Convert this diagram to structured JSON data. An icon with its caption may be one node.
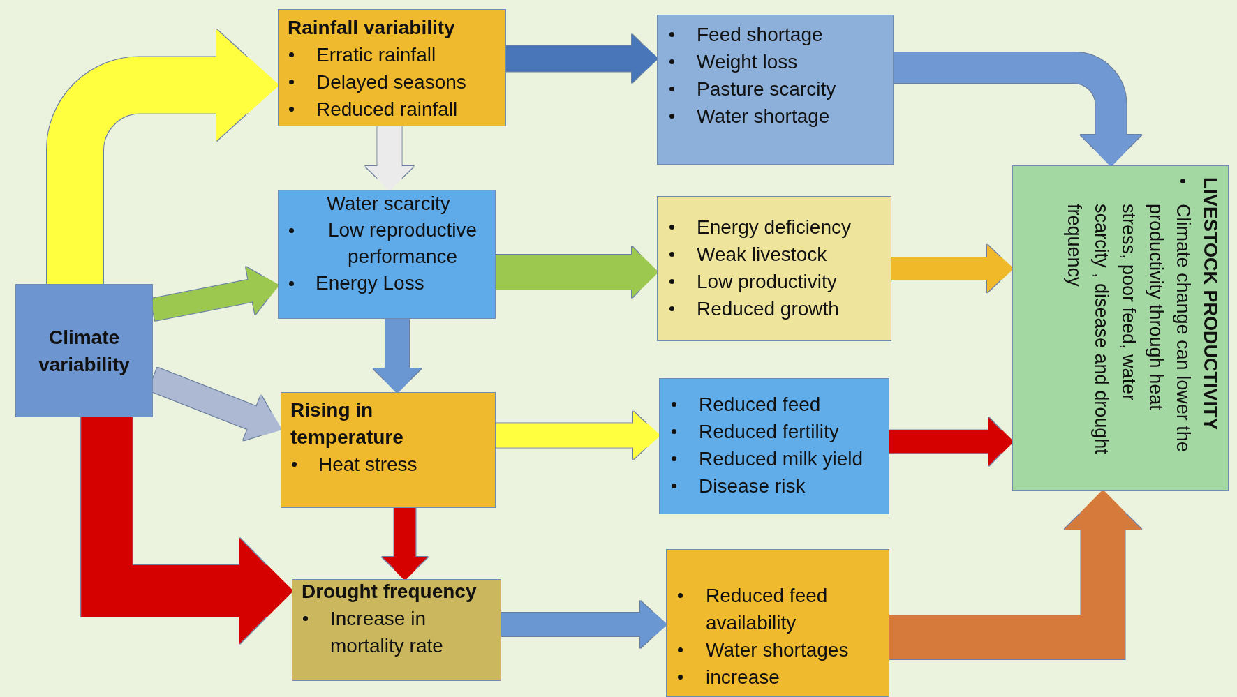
{
  "diagram": {
    "nodes": [
      {
        "text": [
          "Climate variability"
        ]
      },
      {
        "text": [
          "Rainfall variability",
          "Erratic rainfall",
          "Delayed seasons",
          "Reduced rainfall"
        ]
      },
      {
        "text": [
          "Water scarcity",
          "Low reproductive performance",
          "Energy Loss"
        ]
      },
      {
        "text": [
          "Rising in temperature",
          "Heat stress"
        ]
      },
      {
        "text": [
          "Drought frequency",
          "Increase in mortality rate"
        ]
      },
      {
        "text": [
          "Feed shortage",
          "Weight loss",
          "Pasture scarcity",
          "Water shortage"
        ]
      },
      {
        "text": [
          "Energy deficiency",
          "Weak livestock",
          "Low productivity",
          "Reduced growth"
        ]
      },
      {
        "text": [
          "Reduced feed",
          "Reduced fertility",
          "Reduced milk yield",
          "Disease risk"
        ]
      },
      {
        "text": [
          "Reduced feed availability",
          "Water shortages",
          "increase"
        ]
      },
      {
        "text": [
          "LIVESTOCK PRODUCTIVITY",
          "Climate change can lower the productivity through heat stress, poor feed, water scarcity , disease and drought frequency"
        ]
      }
    ],
    "edges": [
      {
        "from": 0,
        "to": 1,
        "arrow": "to",
        "style": "thick",
        "color": "#ffff40"
      },
      {
        "from": 0,
        "to": 2,
        "arrow": "to",
        "color": "#9cc850"
      },
      {
        "from": 0,
        "to": 3,
        "arrow": "to",
        "color": "#adb9d3"
      },
      {
        "from": 0,
        "to": 4,
        "arrow": "to",
        "style": "thick",
        "color": "#d50000"
      },
      {
        "from": 1,
        "to": 2,
        "arrow": "to",
        "color": "#ebebeb"
      },
      {
        "from": 1,
        "to": 5,
        "arrow": "to",
        "color": "#4a75b9"
      },
      {
        "from": 2,
        "to": 3,
        "arrow": "to",
        "color": "#6b96d1"
      },
      {
        "from": 2,
        "to": 6,
        "arrow": "to",
        "color": "#9cc850"
      },
      {
        "from": 3,
        "to": 7,
        "arrow": "to",
        "color": "#ffff40"
      },
      {
        "from": 3,
        "to": 4,
        "arrow": "to",
        "color": "#d50000"
      },
      {
        "from": 4,
        "to": 8,
        "arrow": "to",
        "color": "#6b96d1"
      },
      {
        "from": 5,
        "to": 9,
        "arrow": "to",
        "color": "#6f99d4"
      },
      {
        "from": 6,
        "to": 9,
        "arrow": "to",
        "color": "#efb92b"
      },
      {
        "from": 7,
        "to": 9,
        "arrow": "to",
        "color": "#d50000"
      },
      {
        "from": 8,
        "to": 9,
        "arrow": "to",
        "style": "thick",
        "color": "#d67a3a"
      }
    ]
  }
}
